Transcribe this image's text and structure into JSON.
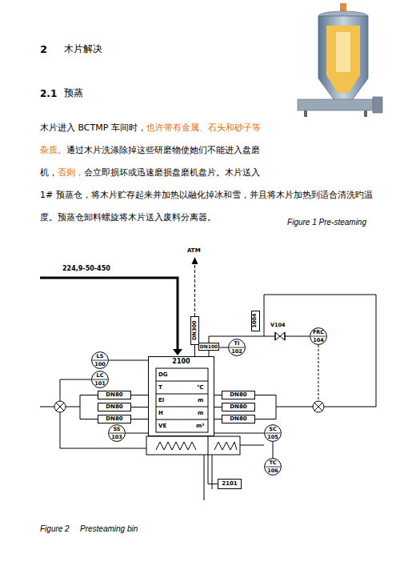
{
  "diagram": {
    "nodes": [
      {
        "text": [
          "2100"
        ]
      },
      {
        "text": [
          "LS",
          "100"
        ]
      },
      {
        "text": [
          "LC",
          "101"
        ]
      },
      {
        "text": [
          "SS",
          "103"
        ]
      },
      {
        "text": [
          "TI",
          "102"
        ]
      },
      {
        "text": [
          "FRC",
          "104"
        ]
      },
      {
        "text": [
          "SC",
          "105"
        ]
      },
      {
        "text": [
          "TC",
          "106"
        ]
      },
      {
        "text": [
          "DN300"
        ]
      },
      {
        "text": [
          "DN100"
        ]
      },
      {
        "text": [
          "DN80"
        ]
      },
      {
        "text": [
          "DN80"
        ]
      },
      {
        "text": [
          "DN80"
        ]
      },
      {
        "text": [
          "DN80"
        ]
      },
      {
        "text": [
          "DN80"
        ]
      },
      {
        "text": [
          "DN80"
        ]
      },
      {
        "text": [
          "2101"
        ]
      },
      {
        "text": [
          "1004"
        ]
      }
    ],
    "edges": [
      {
        "from": 1,
        "to": 0,
        "arrow": "none"
      },
      {
        "from": 3,
        "to": 0,
        "arrow": "none"
      },
      {
        "from": 6,
        "to": 0,
        "arrow": "none"
      },
      {
        "from": 7,
        "to": 6,
        "arrow": "none"
      },
      {
        "from": 4,
        "to": 9,
        "arrow": "none"
      },
      {
        "from": 0,
        "to": 16,
        "arrow": "none"
      },
      {
        "from": 8,
        "to": 0,
        "arrow": "none"
      },
      {
        "from": 10,
        "to": 0,
        "arrow": "none"
      },
      {
        "from": 11,
        "to": 0,
        "arrow": "none"
      },
      {
        "from": 12,
        "to": 0,
        "arrow": "none"
      },
      {
        "from": 13,
        "to": 0,
        "arrow": "none"
      },
      {
        "from": 14,
        "to": 0,
        "arrow": "none"
      },
      {
        "from": 15,
        "to": 0,
        "arrow": "none"
      }
    ],
    "labels": [
      "2",
      "木片解决",
      "2.1",
      "预蒸",
      "木片进入 BCTMP 车间时，",
      "也许带有金属、石头和砂子等杂质。",
      "通过木片洗涤除掉这些研磨物使她们不能进入盘磨机，",
      "否则，",
      "会立即损坏或迅速磨损盘磨机盘片。木片送入 1# 预蒸仓，将木片贮存起来并加热以融化掉冰和雪，并且将木片加热到适合清洗旳温度。预蒸仓卸料螺旋将木片送入废料分离器。",
      "Figure 1 Pre-steaming",
      "224,9-50-450",
      "ATM",
      "DG",
      "T",
      "℃",
      "El",
      "m",
      "H",
      "m",
      "VE",
      "m³",
      "V104",
      "Figure 2",
      "Presteaming bin"
    ]
  }
}
